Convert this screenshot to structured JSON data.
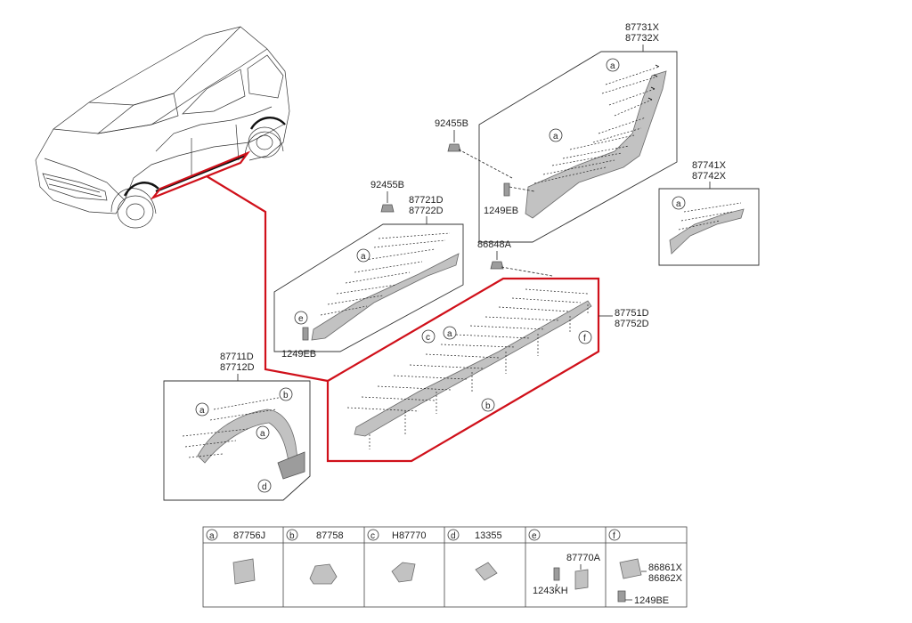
{
  "callouts": {
    "p87731X": "87731X",
    "p87732X": "87732X",
    "p92455B_top": "92455B",
    "p1249EB_top": "1249EB",
    "p87741X": "87741X",
    "p87742X": "87742X",
    "p92455B_mid": "92455B",
    "p87721D": "87721D",
    "p87722D": "87722D",
    "p86848A": "86848A",
    "p87751D": "87751D",
    "p87752D": "87752D",
    "p1249EB_mid": "1249EB",
    "p87711D": "87711D",
    "p87712D": "87712D"
  },
  "letters": {
    "a": "a",
    "b": "b",
    "c": "c",
    "d": "d",
    "e": "e",
    "f": "f"
  },
  "legend": {
    "cells": [
      {
        "letter": "a",
        "part": "87756J"
      },
      {
        "letter": "b",
        "part": "87758"
      },
      {
        "letter": "c",
        "part": "H87770"
      },
      {
        "letter": "d",
        "part": "13355"
      },
      {
        "letter": "e",
        "part": ""
      },
      {
        "letter": "f",
        "part": ""
      }
    ],
    "e_parts": {
      "top": "87770A",
      "bottom": "1243KH"
    },
    "f_parts": {
      "top1": "86861X",
      "top2": "86862X",
      "bottom": "1249BE"
    }
  },
  "colors": {
    "highlight": "#d0101a",
    "part_fill": "#c2c2c2",
    "line": "#222222"
  }
}
